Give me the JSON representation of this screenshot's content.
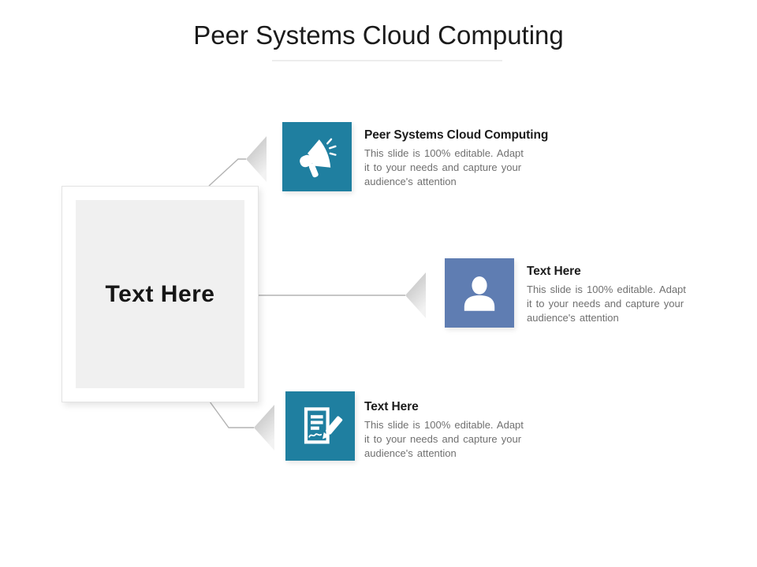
{
  "title": {
    "text": "Peer Systems Cloud Computing"
  },
  "center_box": {
    "label": "Text Here"
  },
  "items": [
    {
      "icon": "megaphone-icon",
      "box_color": "#1f7fa0",
      "heading": "Peer Systems Cloud Computing",
      "body_lines": [
        "This slide is 100% editable. Adapt",
        "it to your needs and capture your",
        "audience's attention"
      ]
    },
    {
      "icon": "person-icon",
      "box_color": "#5f7db2",
      "heading": "Text Here",
      "body_lines": [
        "This slide is 100% editable. Adapt",
        "it to your needs and capture your",
        "audience's attention"
      ]
    },
    {
      "icon": "document-pen-icon",
      "box_color": "#1f7fa0",
      "heading": "Text Here",
      "body_lines": [
        "This slide is 100% editable. Adapt",
        "it to your needs and capture your",
        "audience's attention"
      ]
    }
  ],
  "colors": {
    "teal": "#1f7fa0",
    "blue": "#5f7db2",
    "heading_text": "#1b1b1b",
    "body_text": "#707070",
    "connector_line": "#b3b3b3",
    "center_box_fill": "#f0f0f0"
  }
}
